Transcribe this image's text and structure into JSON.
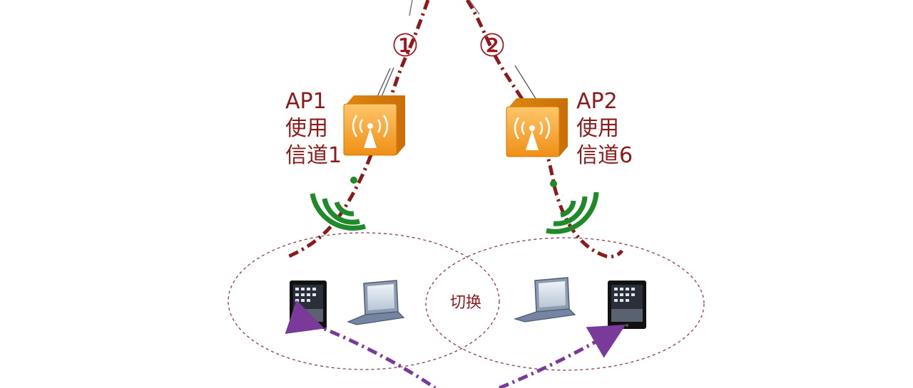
{
  "paths": [
    {
      "number": "①"
    },
    {
      "number": "②"
    }
  ],
  "ap1": {
    "name": "AP1",
    "line1": "使用",
    "line2": "信道1",
    "icon": "wifi-access-point-icon"
  },
  "ap2": {
    "name": "AP2",
    "line1": "使用",
    "line2": "信道6",
    "icon": "wifi-access-point-icon"
  },
  "switch_label": "切换",
  "colors": {
    "path": "#8b1a1a",
    "signal": "#1f8a2a",
    "roam": "#7a3a9a",
    "ap_body": "#f2a52e",
    "coverage": "#8b3a4a"
  }
}
